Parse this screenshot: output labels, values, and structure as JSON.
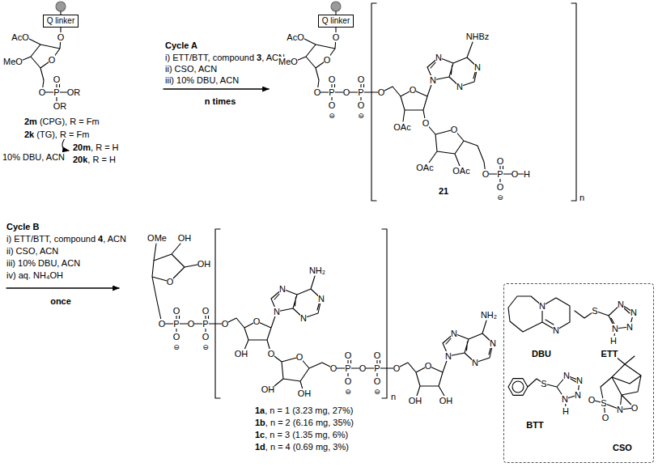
{
  "diagram": {
    "nodes": [
      {
        "text": [
          "Q linker"
        ]
      },
      {
        "text": [
          "Q linker"
        ]
      },
      {
        "text": [
          "DBU",
          "ETT",
          "BTT",
          "CSO"
        ]
      }
    ],
    "labels": [
      "O",
      "AcO",
      "MeO",
      "O",
      "O",
      "P",
      "O",
      "OR",
      "OR",
      "2m",
      "(CPG), R = Fm",
      "2k",
      "(TG), R = Fm",
      "10% DBU, ACN",
      "20m",
      ", R = H",
      "20k",
      ", R = H",
      "Cycle A",
      "i) ETT/BTT, compound",
      "3",
      ", ACN",
      "ii) CSO, ACN",
      "iii) 10% DBU, ACN",
      "n times",
      "O",
      "AcO",
      "MeO",
      "O",
      "O",
      "P",
      "O",
      "O",
      "P",
      "O",
      "O",
      "⊖",
      "O",
      "⊖",
      "O",
      "O",
      "N",
      "N",
      "N",
      "N",
      "NHBz",
      "OAc",
      "O",
      "O",
      "OAc",
      "OAc",
      "O",
      "P",
      "O",
      "O",
      "H",
      "O",
      "⊖",
      "n",
      "21",
      "Cycle B",
      "i) ETT/BTT, compound",
      "4",
      ", ACN",
      "ii) CSO, ACN",
      "iii) 10% DBU, ACN",
      "iv) aq. NH₄OH",
      "once",
      "OMe",
      "OH",
      "OH",
      "O",
      "O",
      "P",
      "O",
      "O",
      "P",
      "O",
      "O",
      "⊖",
      "O",
      "⊖",
      "O",
      "O",
      "N",
      "N",
      "N",
      "N",
      "NH₂",
      "OH",
      "O",
      "O",
      "OH",
      "OH",
      "O",
      "P",
      "O",
      "O",
      "P",
      "O",
      "O",
      "⊖",
      "O",
      "⊖",
      "n",
      "O",
      "O",
      "N",
      "N",
      "N",
      "N",
      "NH₂",
      "OH",
      "OH",
      "1a",
      ", n = 1 (3.23 mg, 27%)",
      "1b",
      ", n = 2 (6.16 mg, 35%)",
      "1c",
      ", n = 3 (1.35 mg, 6%)",
      "1d",
      ", n = 4 (0.69 mg, 3%)",
      "N",
      "N",
      "S",
      "N",
      "N",
      "N",
      "N",
      "H",
      "S",
      "N",
      "N",
      "N",
      "N",
      "H",
      "S",
      "O",
      "O",
      "N",
      "O"
    ]
  }
}
